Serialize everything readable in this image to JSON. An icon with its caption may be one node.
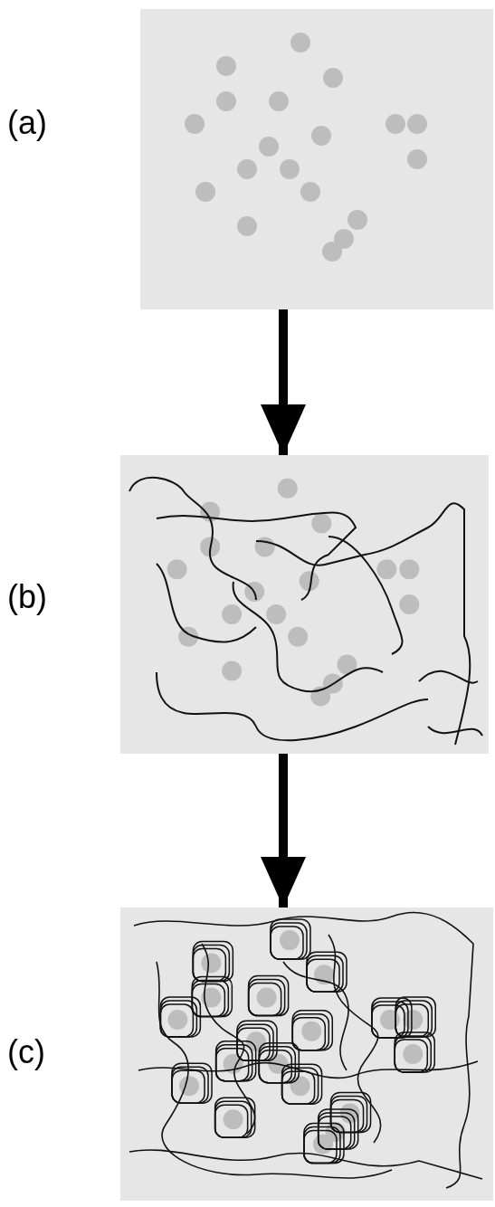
{
  "diagram": {
    "nodes": [
      {
        "text": [],
        "shape": "picture",
        "beside": [
          "(a)"
        ]
      },
      {
        "text": [],
        "shape": "picture",
        "beside": [
          "(b)"
        ]
      },
      {
        "text": [],
        "shape": "picture",
        "beside": [
          "(c)"
        ]
      }
    ],
    "edges": [
      {
        "from": 0,
        "to": 1,
        "arrow": "to"
      },
      {
        "from": 1,
        "to": 2,
        "arrow": "to"
      }
    ]
  }
}
